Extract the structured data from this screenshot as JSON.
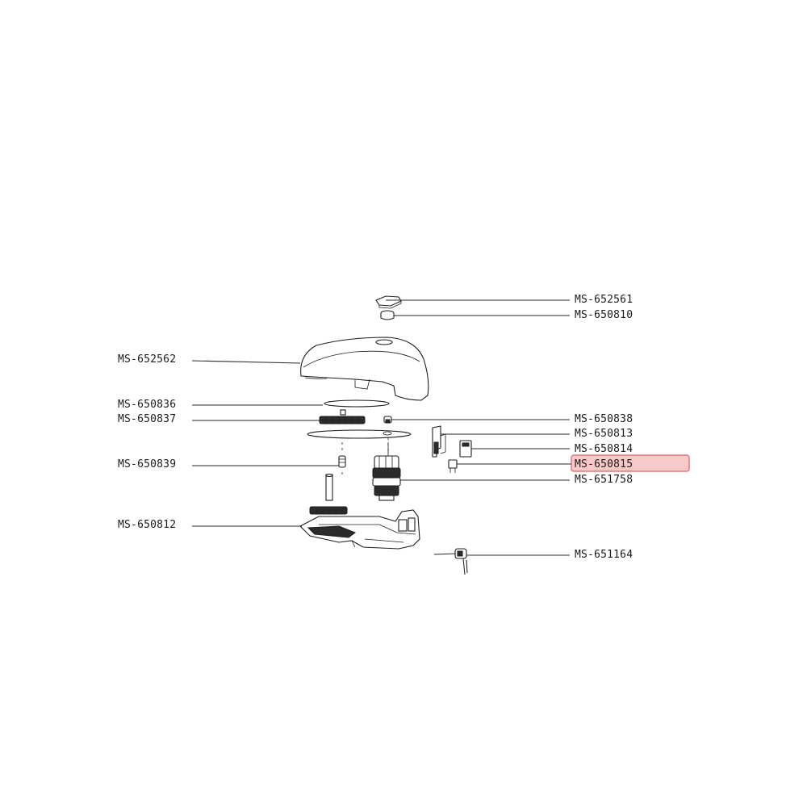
{
  "diagram": {
    "highlighted": "MS-650815",
    "highlight_color": "#f6a9a9",
    "line_color": "#2a2a2a",
    "labels": {
      "ms_652561": "MS-652561",
      "ms_650810": "MS-650810",
      "ms_652562": "MS-652562",
      "ms_650836": "MS-650836",
      "ms_650837": "MS-650837",
      "ms_650838": "MS-650838",
      "ms_650813": "MS-650813",
      "ms_650814": "MS-650814",
      "ms_650815": "MS-650815",
      "ms_650839": "MS-650839",
      "ms_651758": "MS-651758",
      "ms_650812": "MS-650812",
      "ms_651164": "MS-651164"
    }
  }
}
